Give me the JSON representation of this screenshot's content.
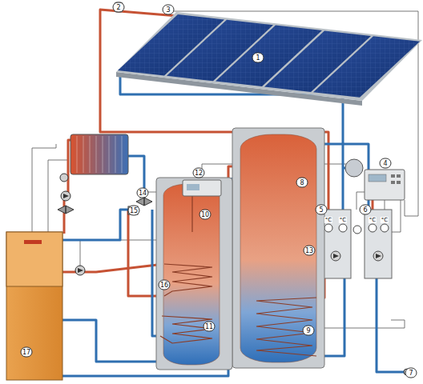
{
  "diagram": {
    "labels": [
      "1",
      "2",
      "3",
      "4",
      "5",
      "6",
      "7",
      "8",
      "9",
      "10",
      "11",
      "12",
      "13",
      "14",
      "15",
      "16",
      "17",
      "°C",
      "°C",
      "°C",
      "°C"
    ]
  }
}
